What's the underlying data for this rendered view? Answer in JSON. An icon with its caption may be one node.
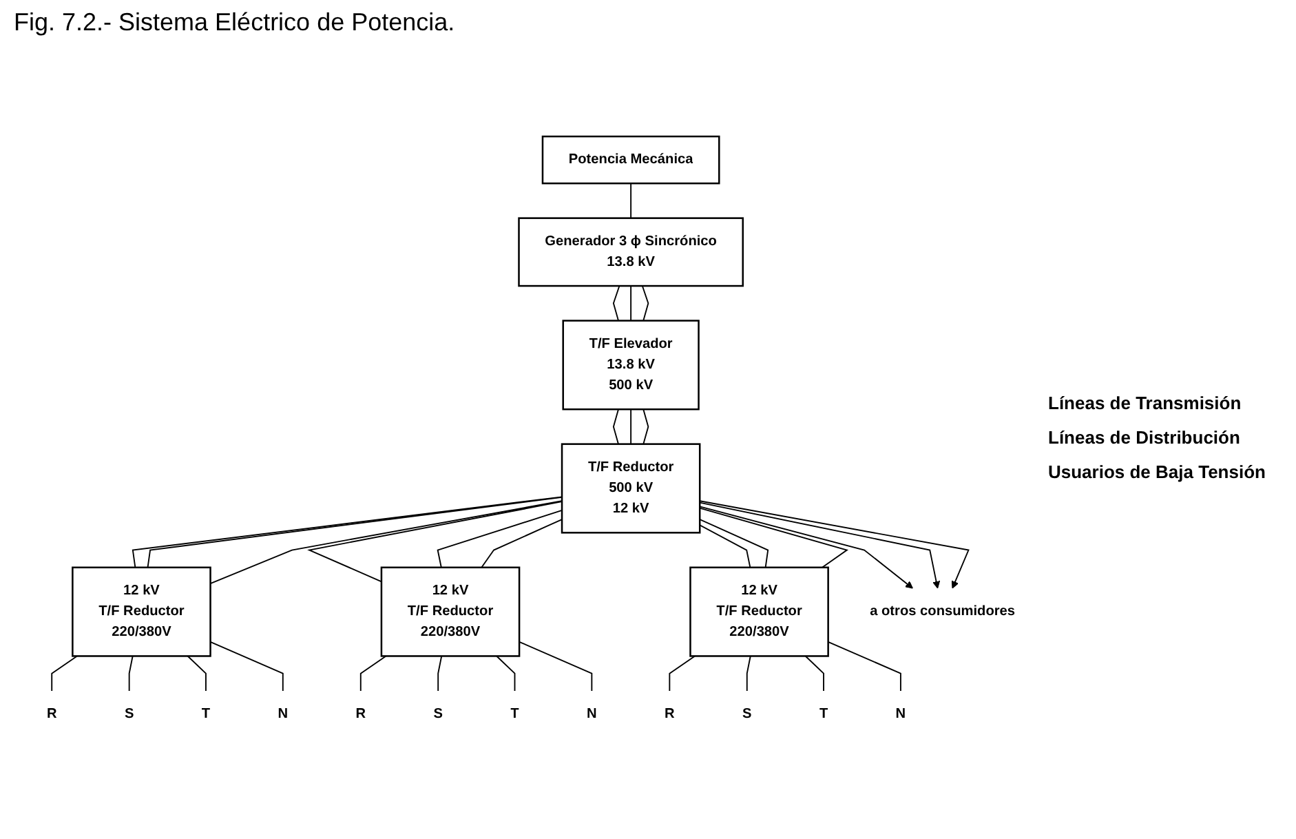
{
  "diagram": {
    "title": "Fig. 7.2.- Sistema Eléctrico de Potencia.",
    "nodes": [
      {
        "text": [
          "Potencia Mecánica"
        ]
      },
      {
        "text": [
          "Generador 3 ϕ Sincrónico",
          "13.8 kV"
        ]
      },
      {
        "text": [
          "T/F Elevador",
          "13.8 kV",
          "500 kV"
        ]
      },
      {
        "text": [
          "T/F Reductor",
          "500 kV",
          "12 kV"
        ]
      },
      {
        "text": [
          "12 kV",
          "T/F Reductor",
          "220/380V"
        ]
      },
      {
        "text": [
          "12 kV",
          "T/F Reductor",
          "220/380V"
        ]
      },
      {
        "text": [
          "12 kV",
          "T/F Reductor",
          "220/380V"
        ]
      },
      {
        "text": [
          "a otros consumidores"
        ]
      },
      {
        "text": [
          "R"
        ]
      },
      {
        "text": [
          "S"
        ]
      },
      {
        "text": [
          "T"
        ]
      },
      {
        "text": [
          "N"
        ]
      },
      {
        "text": [
          "R"
        ]
      },
      {
        "text": [
          "S"
        ]
      },
      {
        "text": [
          "T"
        ]
      },
      {
        "text": [
          "N"
        ]
      },
      {
        "text": [
          "R"
        ]
      },
      {
        "text": [
          "S"
        ]
      },
      {
        "text": [
          "T"
        ]
      },
      {
        "text": [
          "N"
        ]
      }
    ],
    "edges": [
      {
        "from": 0,
        "to": 1,
        "arrow": "none"
      },
      {
        "from": 1,
        "to": 2,
        "arrow": "none"
      },
      {
        "from": 1,
        "to": 2,
        "arrow": "none"
      },
      {
        "from": 1,
        "to": 2,
        "arrow": "none"
      },
      {
        "from": 2,
        "to": 3,
        "arrow": "none"
      },
      {
        "from": 2,
        "to": 3,
        "arrow": "none"
      },
      {
        "from": 2,
        "to": 3,
        "arrow": "none"
      },
      {
        "from": 3,
        "to": 7,
        "arrow": "to"
      },
      {
        "from": 3,
        "to": 7,
        "arrow": "to"
      },
      {
        "from": 3,
        "to": 7,
        "arrow": "to"
      },
      {
        "from": 3,
        "to": 4,
        "arrow": "none"
      },
      {
        "from": 3,
        "to": 4,
        "arrow": "none"
      },
      {
        "from": 3,
        "to": 4,
        "arrow": "none"
      },
      {
        "from": 3,
        "to": 5,
        "arrow": "none"
      },
      {
        "from": 3,
        "to": 5,
        "arrow": "none"
      },
      {
        "from": 3,
        "to": 5,
        "arrow": "none"
      },
      {
        "from": 3,
        "to": 6,
        "arrow": "none"
      },
      {
        "from": 3,
        "to": 6,
        "arrow": "none"
      },
      {
        "from": 3,
        "to": 6,
        "arrow": "none"
      },
      {
        "from": 4,
        "to": 8,
        "arrow": "none"
      },
      {
        "from": 4,
        "to": 9,
        "arrow": "none"
      },
      {
        "from": 4,
        "to": 10,
        "arrow": "none"
      },
      {
        "from": 4,
        "to": 11,
        "arrow": "none"
      },
      {
        "from": 5,
        "to": 12,
        "arrow": "none"
      },
      {
        "from": 5,
        "to": 13,
        "arrow": "none"
      },
      {
        "from": 5,
        "to": 14,
        "arrow": "none"
      },
      {
        "from": 5,
        "to": 15,
        "arrow": "none"
      },
      {
        "from": 6,
        "to": 16,
        "arrow": "none"
      },
      {
        "from": 6,
        "to": 17,
        "arrow": "none"
      },
      {
        "from": 6,
        "to": 18,
        "arrow": "none"
      },
      {
        "from": 6,
        "to": 19,
        "arrow": "none"
      }
    ],
    "labels": [
      "Líneas de Transmisión",
      "Líneas de Distribución",
      "Usuarios de Baja Tensión"
    ]
  }
}
